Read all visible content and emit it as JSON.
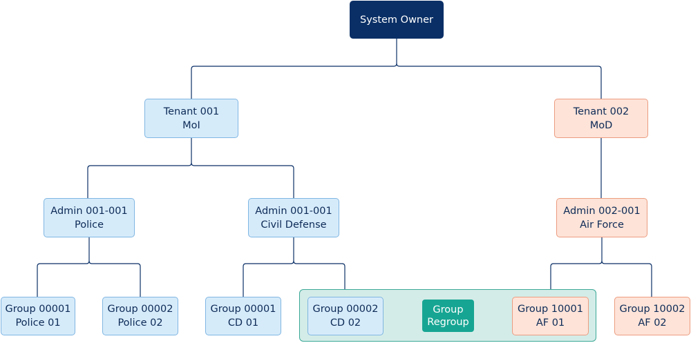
{
  "diagram": {
    "root": {
      "line1": "System Owner"
    },
    "tenants": [
      {
        "line1": "Tenant 001",
        "line2": "MoI"
      },
      {
        "line1": "Tenant 002",
        "line2": "MoD"
      }
    ],
    "admins": [
      {
        "line1": "Admin 001-001",
        "line2": "Police"
      },
      {
        "line1": "Admin 001-001",
        "line2": "Civil Defense"
      },
      {
        "line1": "Admin 002-001",
        "line2": "Air Force"
      }
    ],
    "groups": [
      {
        "line1": "Group 00001",
        "line2": "Police 01"
      },
      {
        "line1": "Group 00002",
        "line2": "Police 02"
      },
      {
        "line1": "Group 00001",
        "line2": "CD 01"
      },
      {
        "line1": "Group 00002",
        "line2": "CD 02"
      },
      {
        "line1": "Group 10001",
        "line2": "AF 01"
      },
      {
        "line1": "Group 10002",
        "line2": "AF 02"
      }
    ],
    "regroup": {
      "line1": "Group",
      "line2": "Regroup"
    }
  },
  "colors": {
    "root_fill": "#0a2f66",
    "blue_fill": "#d6ebfa",
    "blue_border": "#7fb6e2",
    "orange_fill": "#fde3d8",
    "orange_border": "#ec9c7f",
    "regroup_fill": "#17a593",
    "region_fill": "#d4ece8",
    "connector": "#0a2f66"
  }
}
